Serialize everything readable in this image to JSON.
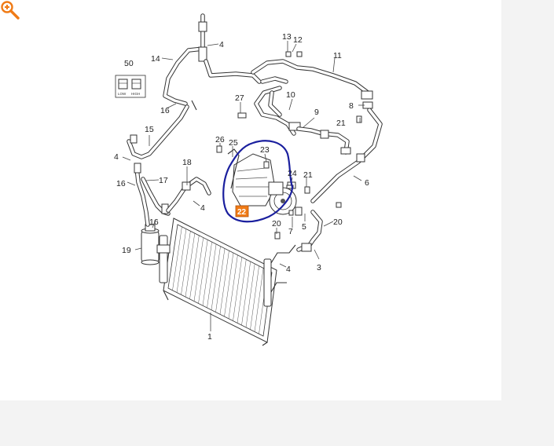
{
  "zoom_icon": "zoom-in-icon",
  "highlight": {
    "label": "22",
    "fill": "#f07b16"
  },
  "selection_outline": {
    "color": "#1a1f9e"
  },
  "accent_color": "#f07b16",
  "kit_box": {
    "callout": "50",
    "low_label": "LOW",
    "high_label": "HIGH"
  },
  "callouts": [
    {
      "id": "c1",
      "text": "1"
    },
    {
      "id": "c3",
      "text": "3"
    },
    {
      "id": "c4a",
      "text": "4"
    },
    {
      "id": "c4b",
      "text": "4"
    },
    {
      "id": "c4c",
      "text": "4"
    },
    {
      "id": "c4d",
      "text": "4"
    },
    {
      "id": "c5",
      "text": "5"
    },
    {
      "id": "c6",
      "text": "6"
    },
    {
      "id": "c7",
      "text": "7"
    },
    {
      "id": "c8",
      "text": "8"
    },
    {
      "id": "c9",
      "text": "9"
    },
    {
      "id": "c10",
      "text": "10"
    },
    {
      "id": "c11",
      "text": "11"
    },
    {
      "id": "c12",
      "text": "12"
    },
    {
      "id": "c13",
      "text": "13"
    },
    {
      "id": "c14",
      "text": "14"
    },
    {
      "id": "c15",
      "text": "15"
    },
    {
      "id": "c16a",
      "text": "16"
    },
    {
      "id": "c16b",
      "text": "16"
    },
    {
      "id": "c16c",
      "text": "16"
    },
    {
      "id": "c17",
      "text": "17"
    },
    {
      "id": "c18",
      "text": "18"
    },
    {
      "id": "c19",
      "text": "19"
    },
    {
      "id": "c20a",
      "text": "20"
    },
    {
      "id": "c20b",
      "text": "20"
    },
    {
      "id": "c21a",
      "text": "21"
    },
    {
      "id": "c21b",
      "text": "21"
    },
    {
      "id": "c23",
      "text": "23"
    },
    {
      "id": "c24",
      "text": "24"
    },
    {
      "id": "c25",
      "text": "25"
    },
    {
      "id": "c26",
      "text": "26"
    },
    {
      "id": "c27",
      "text": "27"
    }
  ]
}
